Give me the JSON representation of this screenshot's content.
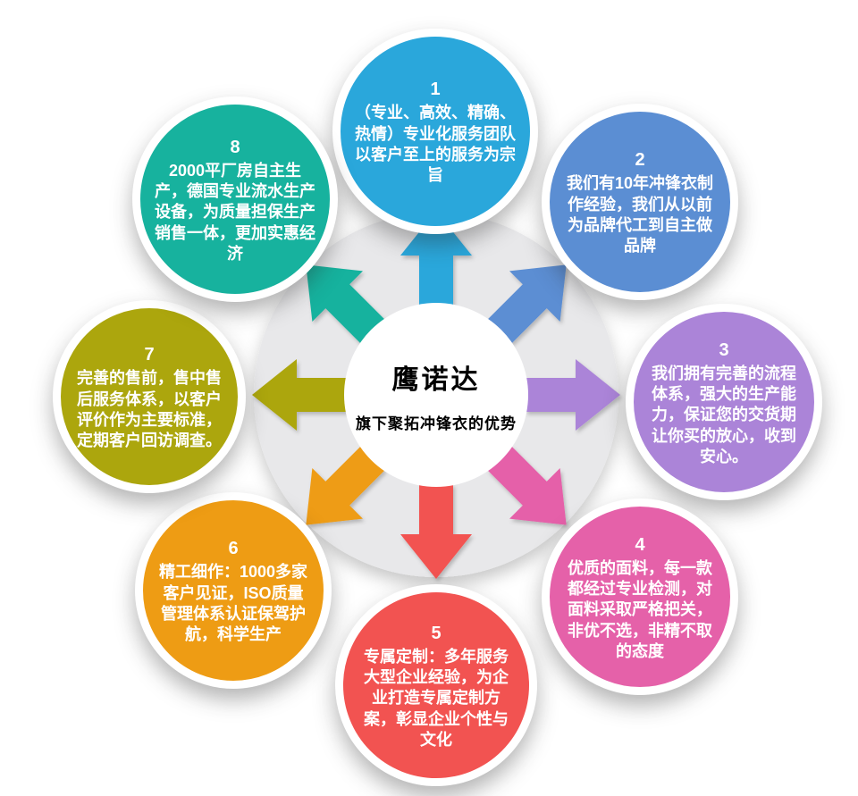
{
  "center": {
    "title": "鹰诺达",
    "subtitle": "旗下聚拓冲锋衣的优势"
  },
  "items": [
    {
      "number": "1",
      "text": "（专业、高效、精确、热情）专业化服务团队以客户至上的服务为宗旨",
      "color": "#2aa7db",
      "direction": "top"
    },
    {
      "number": "2",
      "text": "我们有10年冲锋衣制作经验，我们从以前为品牌代工到自主做品牌",
      "color": "#5b8ed3",
      "direction": "top-right"
    },
    {
      "number": "3",
      "text": "我们拥有完善的流程体系，强大的生产能力，保证您的交货期让你买的放心，收到安心。",
      "color": "#ab84d8",
      "direction": "right"
    },
    {
      "number": "4",
      "text": "优质的面料，每一款都经过专业检测，对面料采取严格把关，非优不选，非精不取的态度",
      "color": "#e561a9",
      "direction": "bottom-right"
    },
    {
      "number": "5",
      "text": "专属定制：多年服务大型企业经验，为企业打造专属定制方案，彰显企业个性与文化",
      "color": "#f25351",
      "direction": "bottom"
    },
    {
      "number": "6",
      "text": "精工细作：1000多家客户见证，ISO质量管理体系认证保驾护航，科学生产",
      "color": "#ee9c14",
      "direction": "bottom-left"
    },
    {
      "number": "7",
      "text": "完善的售前，售中售后服务体系，以客户评价作为主要标准，定期客户回访调查。",
      "color": "#aca60d",
      "direction": "left"
    },
    {
      "number": "8",
      "text": "2000平厂房自主生产，德国专业流水生产设备，为质量担保生产销售一体，更加实惠经济",
      "color": "#17b29e",
      "direction": "top-left"
    }
  ],
  "hub_colors": {
    "ring": "#e8e8ea",
    "inner": "#ffffff"
  }
}
